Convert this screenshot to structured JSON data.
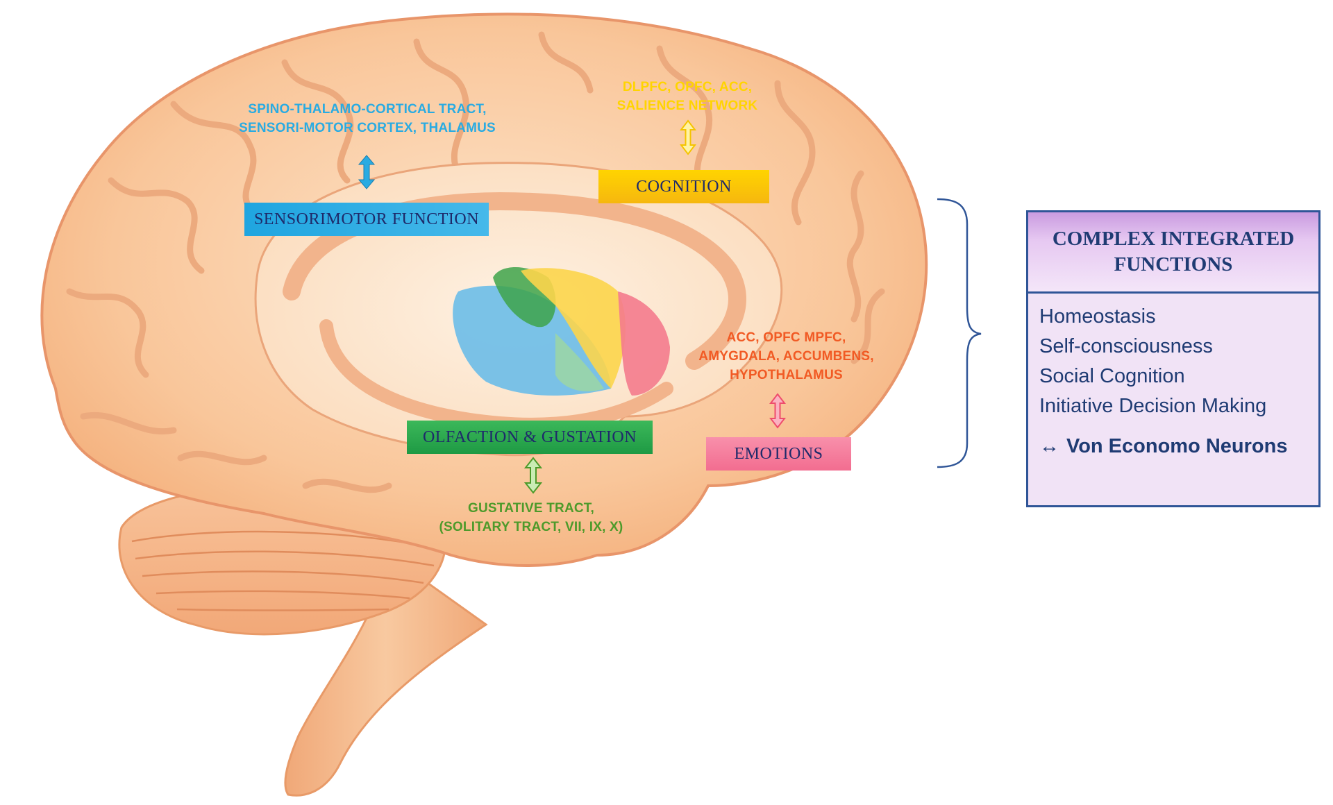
{
  "regions": {
    "sensorimotor": {
      "annotation": [
        "SPINO-THALAMO-CORTICAL TRACT,",
        "SENSORI-MOTOR CORTEX, THALAMUS"
      ],
      "label": "SENSORIMOTOR FUNCTION",
      "color": "#29abe2",
      "box_color": "#29abe2"
    },
    "cognition": {
      "annotation": [
        "DLPFC, OPFC, ACC,",
        "SALIENCE NETWORK"
      ],
      "label": "COGNITION",
      "color": "#ffd400",
      "box_color": "#fcc40c"
    },
    "emotions": {
      "annotation": [
        "ACC, OPFC  MPFC,",
        "AMYGDALA, ACCUMBENS,",
        "HYPOTHALAMUS"
      ],
      "label": "EMOTIONS",
      "color": "#f15a24",
      "box_color": "#f7728f"
    },
    "olfaction": {
      "annotation": [
        "GUSTATIVE TRACT,",
        "(SOLITARY TRACT, VII, IX, X)"
      ],
      "label": "OLFACTION & GUSTATION",
      "color": "#4d9a2a",
      "box_color": "#2eaa4a"
    }
  },
  "integrated": {
    "title_lines": [
      "COMPLEX INTEGRATED",
      "FUNCTIONS"
    ],
    "items": [
      "Homeostasis",
      "Self-consciousness",
      "Social Cognition",
      "Initiative Decision Making"
    ],
    "neurons_arrow": "↔",
    "neurons_label": "Von Economo Neurons",
    "border_color": "#2f5597"
  },
  "icons": {
    "sensorimotor_arrow": "double-arrow-blue",
    "cognition_arrow": "double-arrow-yellow",
    "emotions_arrow": "double-arrow-pink",
    "olfaction_arrow": "double-arrow-green",
    "grouping_brace": "curly-brace"
  }
}
